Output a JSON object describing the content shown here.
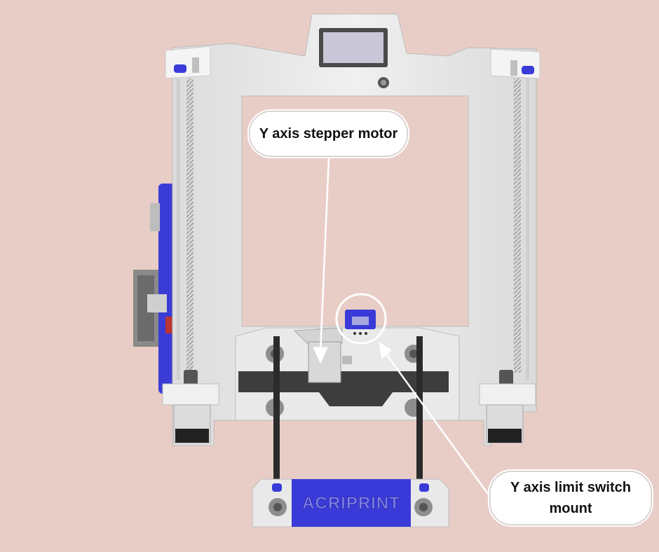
{
  "labels": {
    "stepper_motor": "Y axis stepper motor",
    "limit_switch_line1": "Y axis limit switch",
    "limit_switch_line2": "mount"
  },
  "branding": {
    "logo_text": "ACRIPRINT"
  },
  "colors": {
    "background": "#e8cdc6",
    "frame": "#e6e6e6",
    "accent_blue": "#3a3ad8",
    "callout": "#ffffff"
  }
}
